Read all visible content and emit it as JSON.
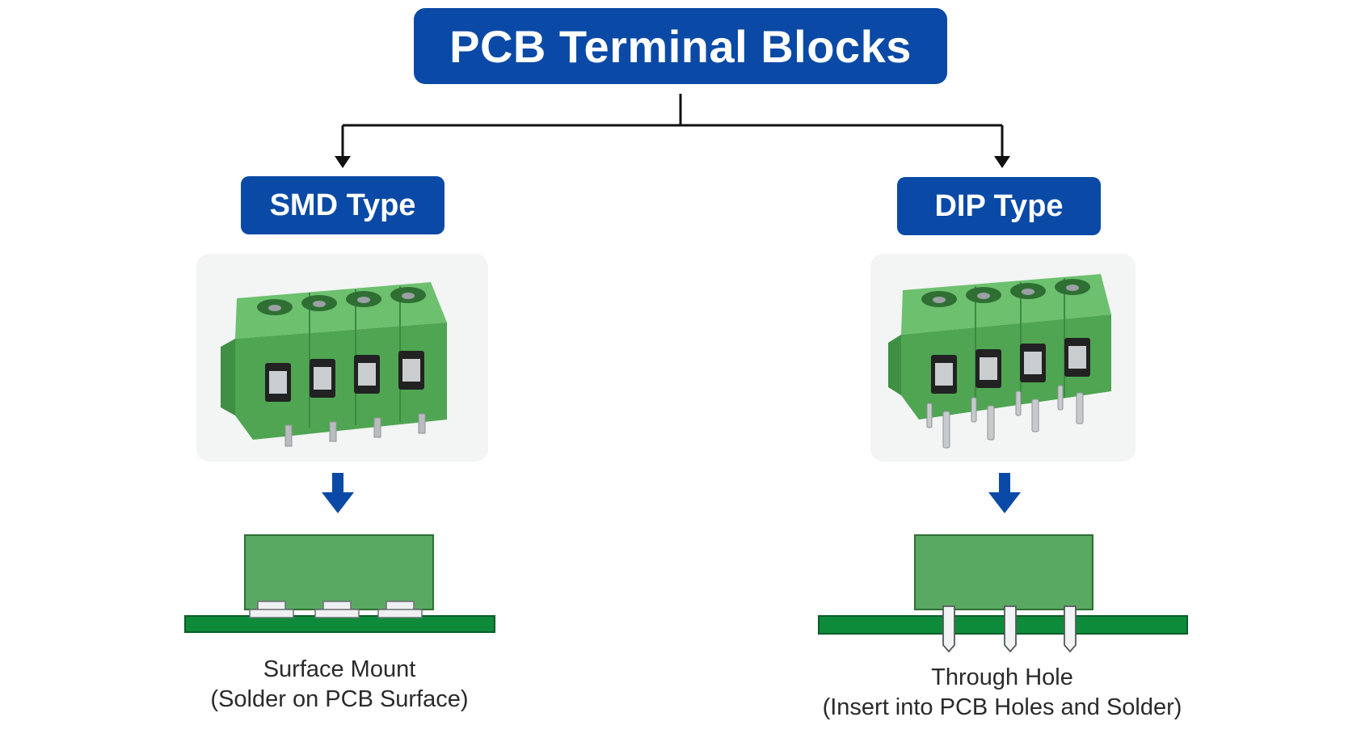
{
  "title": "PCB Terminal Blocks",
  "colors": {
    "title_bg": "#0a4aa6",
    "block_green": "#5aa963",
    "pcb_green": "#0e8a3b",
    "arrow_blue": "#0a4aa6"
  },
  "branches": [
    {
      "label": "SMD Type",
      "caption_line1": "Surface Mount",
      "caption_line2": "(Solder on PCB Surface)"
    },
    {
      "label": "DIP Type",
      "caption_line1": "Through Hole",
      "caption_line2": "(Insert into PCB Holes and Solder)"
    }
  ]
}
